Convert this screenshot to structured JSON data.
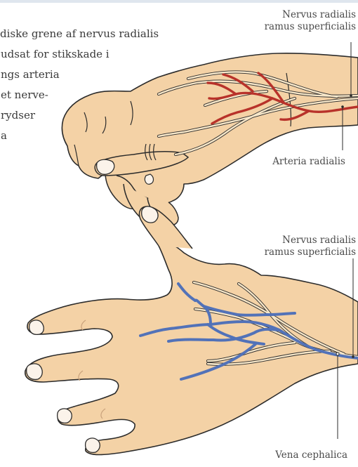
{
  "paragraph": [
    "diske grene af nervus radialis",
    "udsat for stikskade i",
    "ngs arteria",
    "et nerve-",
    "rydser",
    "a"
  ],
  "labels": {
    "top_nerve_line1": "Nervus radialis",
    "top_nerve_line2": "ramus superficialis",
    "artery": "Arteria radialis",
    "bottom_nerve_line1": "Nervus radialis",
    "bottom_nerve_line2": "ramus superficialis",
    "vein": "Vena cephalica"
  },
  "colors": {
    "skin": "#f4d2a6",
    "skin_outline": "#2b2b2b",
    "artery": "#b8322a",
    "vein": "#5272b8",
    "nerve": "#f7e7c9"
  }
}
